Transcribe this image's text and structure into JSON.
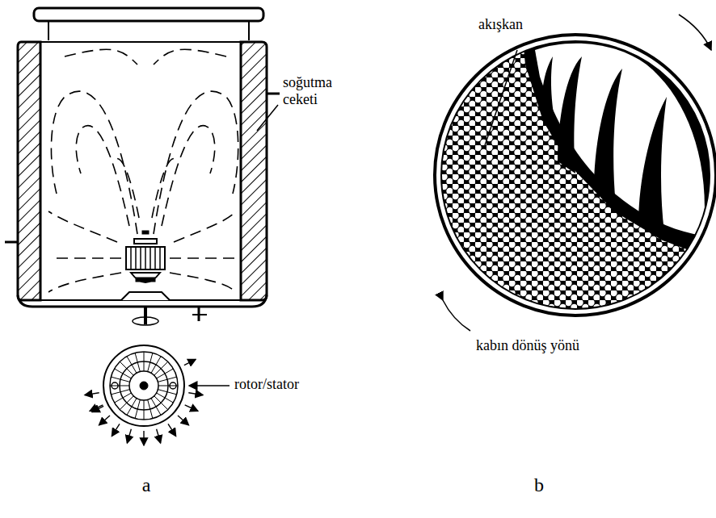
{
  "diagram": {
    "labels": [
      "soğutma ceketi",
      "rotor/stator",
      "a",
      "akışkan",
      "kabın dönüş yönü",
      "b"
    ]
  }
}
